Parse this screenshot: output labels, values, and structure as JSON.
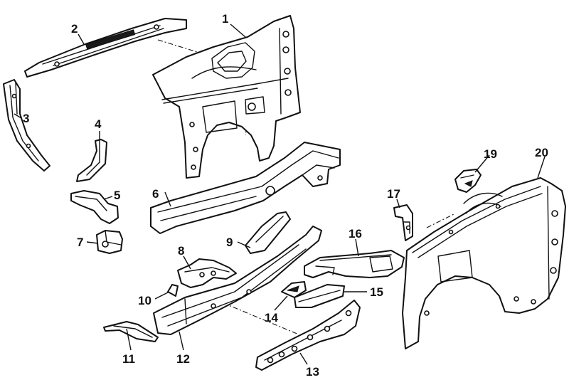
{
  "callouts": {
    "c1": "1",
    "c2": "2",
    "c3": "3",
    "c4": "4",
    "c5": "5",
    "c6": "6",
    "c7": "7",
    "c8": "8",
    "c9": "9",
    "c10": "10",
    "c11": "11",
    "c12": "12",
    "c13": "13",
    "c14": "14",
    "c15": "15",
    "c16": "16",
    "c17": "17",
    "c19": "19",
    "c20": "20"
  },
  "colors": {
    "ink": "#111111",
    "paper": "#ffffff"
  }
}
